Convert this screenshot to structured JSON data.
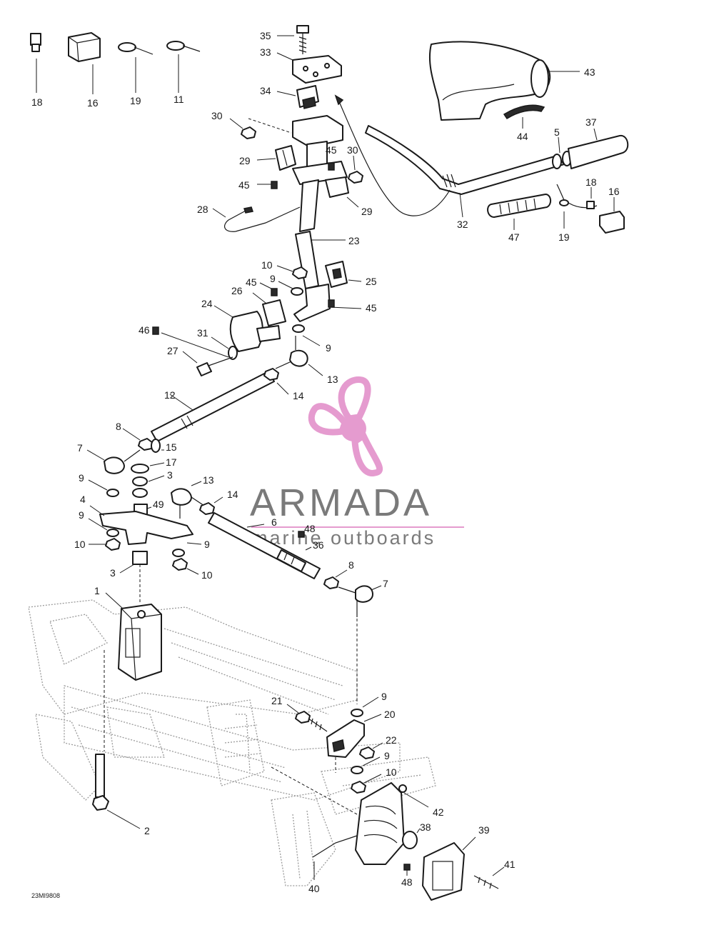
{
  "drawing_code": "23MI9808",
  "watermark": {
    "brand": "ARMADA",
    "tagline": "marine outboards",
    "brand_color": "#7a7a7a",
    "accent_color": "#e59bcf",
    "icon": "propeller-icon"
  },
  "callouts": {
    "c18a": "18",
    "c16a": "16",
    "c19a": "19",
    "c11": "11",
    "c35": "35",
    "c33": "33",
    "c34": "34",
    "c30a": "30",
    "c30b": "30",
    "c29a": "29",
    "c29b": "29",
    "c45a": "45",
    "c45b": "45",
    "c45c": "45",
    "c45d": "45",
    "c43": "43",
    "c44": "44",
    "c5": "5",
    "c37": "37",
    "c18b": "18",
    "c16b": "16",
    "c32": "32",
    "c47": "47",
    "c19b": "19",
    "c28": "28",
    "c23": "23",
    "c10a": "10",
    "c9a": "9",
    "c25": "25",
    "c26": "26",
    "c24": "24",
    "c46": "46",
    "c31": "31",
    "c27": "27",
    "c9b": "9",
    "c13a": "13",
    "c14a": "14",
    "c12": "12",
    "c8a": "8",
    "c15": "15",
    "c7a": "7",
    "c17": "17",
    "c3a": "3",
    "c9c": "9",
    "c4": "4",
    "c49": "49",
    "c9d": "9",
    "c10b": "10",
    "c3b": "3",
    "c13b": "13",
    "c14b": "14",
    "c6": "6",
    "c48a": "48",
    "c36": "36",
    "c9e": "9",
    "c10c": "10",
    "c8b": "8",
    "c7b": "7",
    "c1": "1",
    "c9f": "9",
    "c21": "21",
    "c20": "20",
    "c22": "22",
    "c9g": "9",
    "c10d": "10",
    "c42": "42",
    "c38": "38",
    "c39": "39",
    "c41": "41",
    "c48b": "48",
    "c40": "40",
    "c2": "2"
  }
}
